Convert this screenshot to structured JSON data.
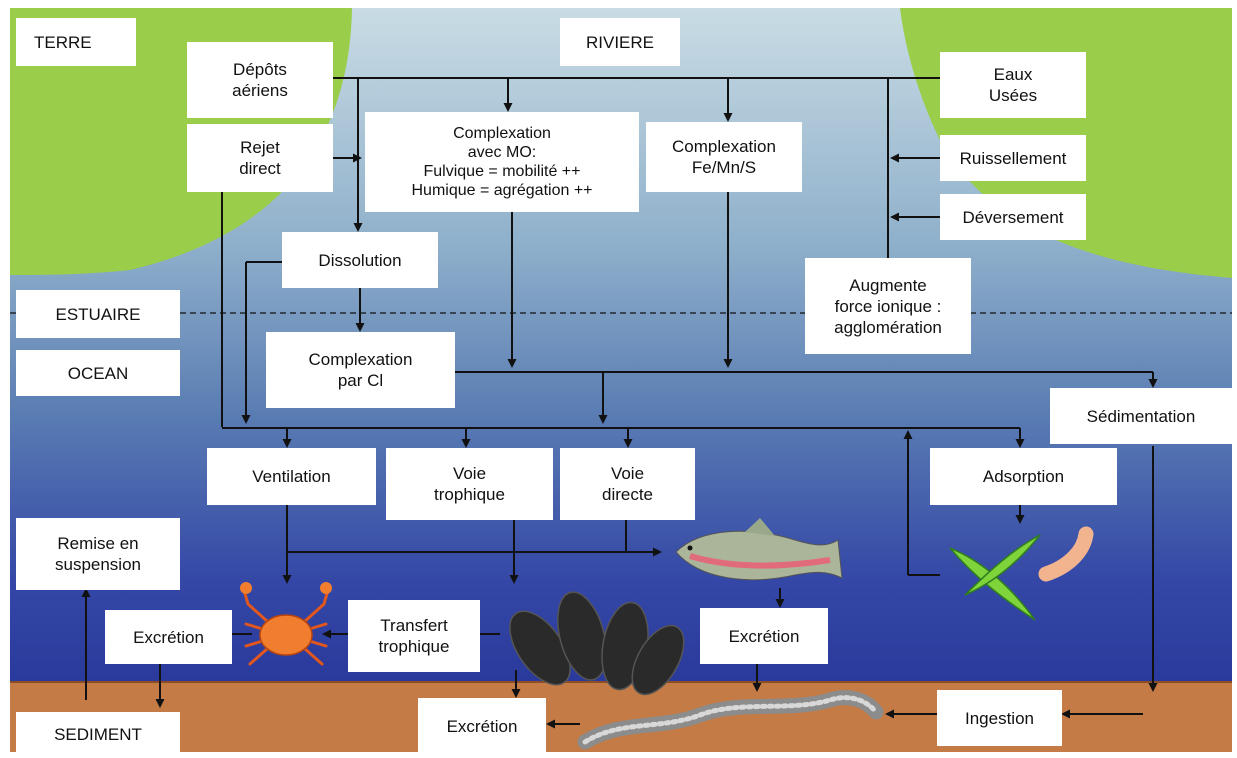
{
  "colors": {
    "land": "#9acd4a",
    "water_top": "#c8dbe3",
    "water_mid": "#5f86b4",
    "water_deep": "#2a3f9a",
    "sediment": "#c47b45",
    "arrow": "#111111"
  },
  "zones": {
    "terre": "TERRE",
    "riviere": "RIVIERE",
    "estuaire": "ESTUAIRE",
    "ocean": "OCEAN",
    "sediment": "SEDIMENT"
  },
  "boxes": {
    "depots": "Dépôts\naériens",
    "eaux_usees": "Eaux\nUsées",
    "rejet": "Rejet\ndirect",
    "complexation_mo": "Complexation\navec MO:\nFulvique = mobilité ++\nHumique = agrégation ++",
    "complexation_fe": "Complexation\nFe/Mn/S",
    "ruissellement": "Ruissellement",
    "deversement": "Déversement",
    "dissolution": "Dissolution",
    "augmente": "Augmente\nforce ionique :\nagglomération",
    "complexation_cl": "Complexation\npar Cl",
    "sedimentation": "Sédimentation",
    "ventilation": "Ventilation",
    "voie_trophique": "Voie\ntrophique",
    "voie_directe": "Voie\ndirecte",
    "adsorption": "Adsorption",
    "remise": "Remise en\nsuspension",
    "excretion_crab": "Excrétion",
    "transfert": "Transfert\ntrophique",
    "excretion_fish": "Excrétion",
    "excretion_bottom": "Excrétion",
    "ingestion": "Ingestion"
  },
  "organisms": [
    "crab-icon",
    "mussel-icon",
    "fish-icon",
    "algae-icon",
    "worm-icon",
    "larva-icon"
  ]
}
